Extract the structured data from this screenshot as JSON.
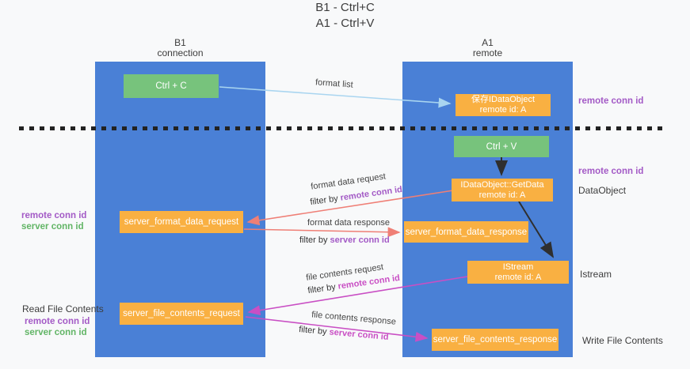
{
  "title": {
    "line1": "B1 - Ctrl+C",
    "line2": "A1 - Ctrl+V"
  },
  "lanes": {
    "left": {
      "title": "B1",
      "subtitle": "connection"
    },
    "right": {
      "title": "A1",
      "subtitle": "remote"
    }
  },
  "boxes": {
    "ctrl_c": {
      "label": "Ctrl + C"
    },
    "save_dataobject": {
      "line1": "保存IDataObject",
      "line2": "remote id: A"
    },
    "ctrl_v": {
      "label": "Ctrl + V"
    },
    "getdata": {
      "line1": "IDataObject::GetData",
      "line2": "remote id: A"
    },
    "format_request": {
      "label": "server_format_data_request"
    },
    "format_response": {
      "label": "server_format_data_response"
    },
    "istream": {
      "line1": "IStream",
      "line2": "remote id: A"
    },
    "file_request": {
      "label": "server_file_contents_request"
    },
    "file_response": {
      "label": "server_file_contents_response"
    }
  },
  "flows": {
    "format_list": {
      "label": "format list"
    },
    "format_request": {
      "label": "format data request",
      "filter_prefix": "filter by ",
      "filter_key": "remote conn id"
    },
    "format_response": {
      "label": "format data response",
      "filter_prefix": "filter by ",
      "filter_key": "server conn id"
    },
    "file_request": {
      "label": "file contents request",
      "filter_prefix": "filter by ",
      "filter_key": "remote conn id"
    },
    "file_response": {
      "label": "file contents response",
      "filter_prefix": "filter by ",
      "filter_key": "server conn id"
    }
  },
  "annotations": {
    "right_conn_top": "remote conn id",
    "right_conn_mid": "remote conn id",
    "dataobject": "DataObject",
    "istream": "Istream",
    "write_file": "Write File Contents",
    "left_conn_remote_1": "remote conn id",
    "left_conn_server_1": "server conn id",
    "read_file": "Read File Contents",
    "left_conn_remote_2": "remote conn id",
    "left_conn_server_2": "server conn id"
  },
  "colors": {
    "lane_blue": "#4a80d6",
    "box_green": "#77c37c",
    "box_orange": "#f9b042",
    "purple_label": "#a35ac6",
    "green_label": "#62b566",
    "magenta_arrow": "#c94fc4",
    "salmon_arrow": "#ef7f76",
    "light_blue_arrow": "#a9d5f0",
    "black_arrow": "#2f2f2f",
    "background": "#f8f9fa"
  }
}
